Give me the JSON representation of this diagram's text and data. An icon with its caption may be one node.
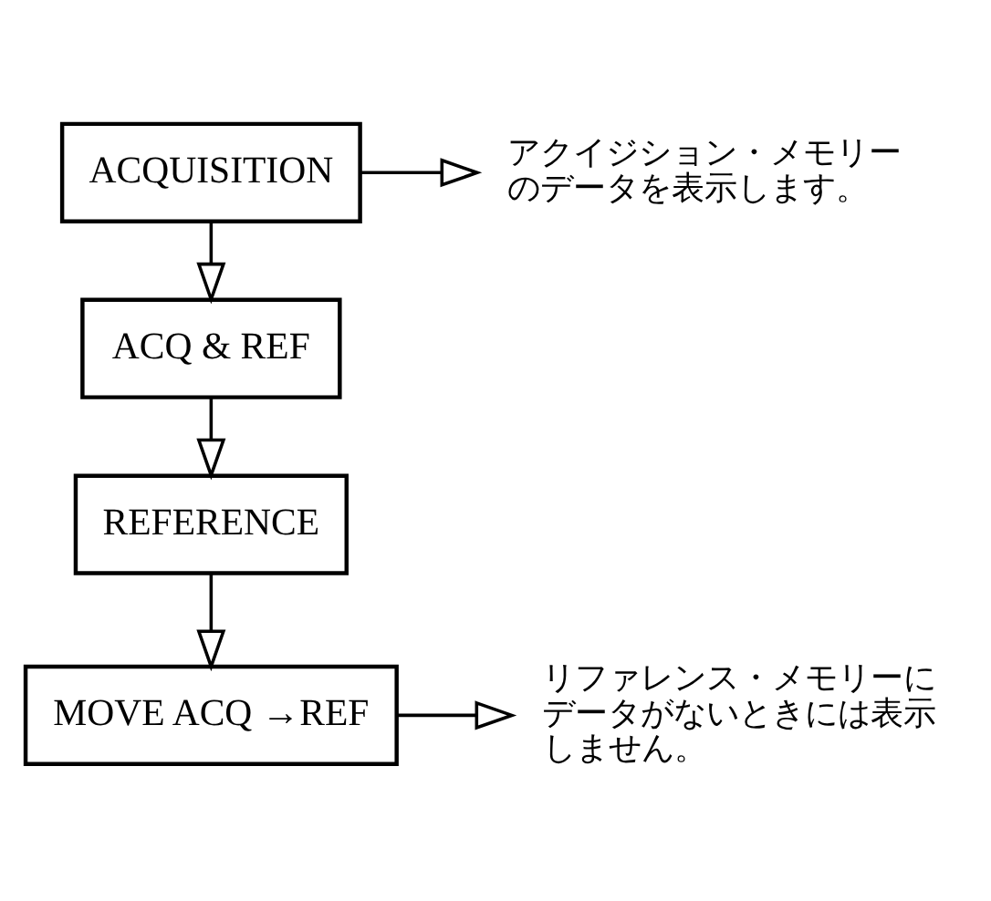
{
  "diagram": {
    "nodes": [
      {
        "text": [
          "ACQUISITION"
        ]
      },
      {
        "text": [
          "ACQ & REF"
        ]
      },
      {
        "text": [
          "REFERENCE"
        ]
      },
      {
        "text": [
          "MOVE ACQ →REF"
        ]
      },
      {
        "text": [
          "アクイジション・メモリーのデータを表示します。"
        ]
      },
      {
        "text": [
          "リファレンス・メモリーにデータがないときには表示しません。"
        ]
      }
    ],
    "edges": [
      {
        "from": 0,
        "to": 1,
        "arrow": "to"
      },
      {
        "from": 1,
        "to": 2,
        "arrow": "to"
      },
      {
        "from": 2,
        "to": 3,
        "arrow": "to"
      },
      {
        "from": 0,
        "to": 4,
        "arrow": "to"
      },
      {
        "from": 3,
        "to": 5,
        "arrow": "to"
      }
    ]
  }
}
